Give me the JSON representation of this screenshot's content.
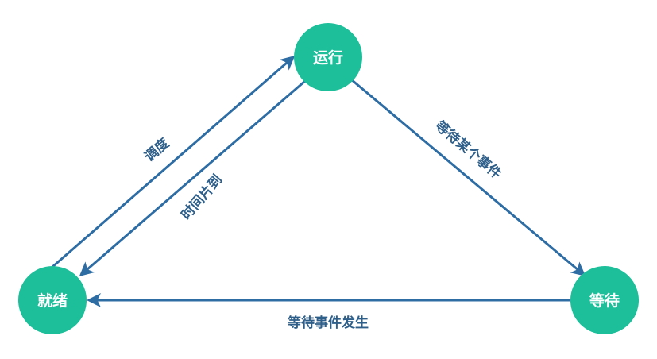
{
  "colors": {
    "node_fill": "#1dbf9a",
    "arrow": "#2e6da4",
    "label_text": "#2e5f8a",
    "node_text": "#ffffff"
  },
  "nodes": {
    "running": {
      "label": "运行"
    },
    "ready": {
      "label": "就绪"
    },
    "waiting": {
      "label": "等待"
    }
  },
  "edges": {
    "schedule": {
      "label": "调度"
    },
    "time_slice": {
      "label": "时间片到"
    },
    "wait_event": {
      "label": "等待某个事件"
    },
    "event_occurs": {
      "label": "等待事件发生"
    }
  }
}
